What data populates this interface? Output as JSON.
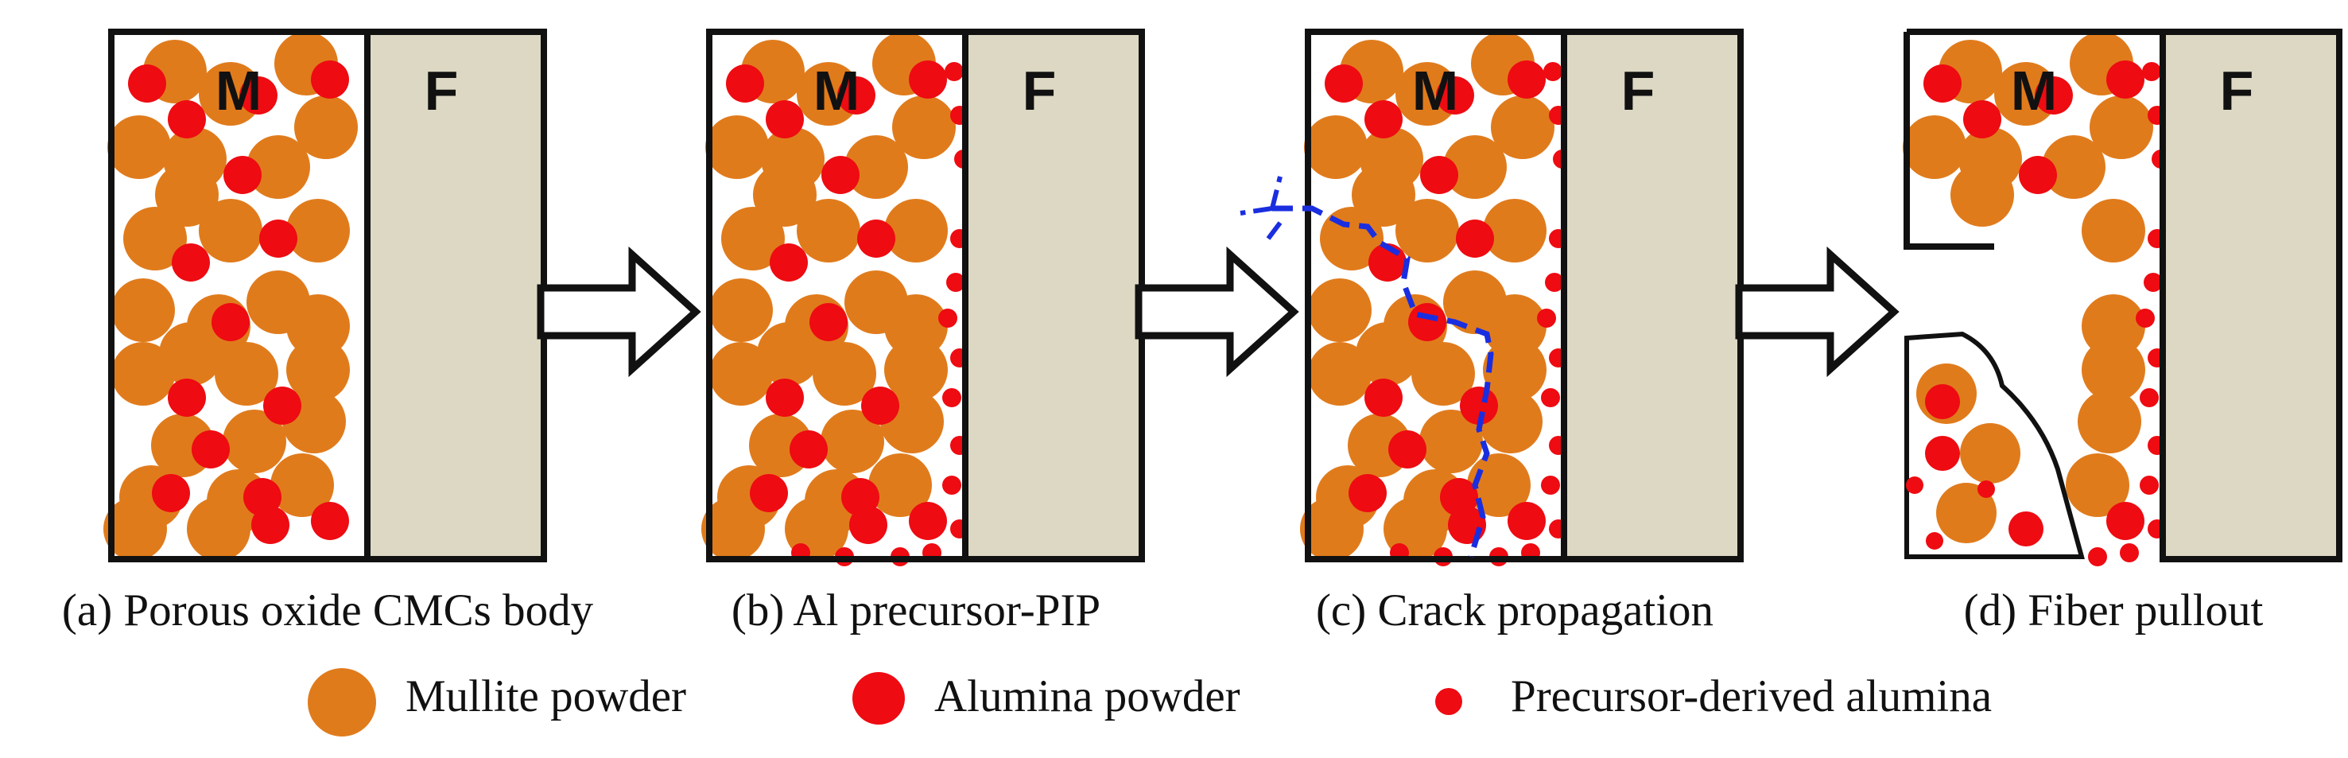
{
  "panels": [
    {
      "id": "a",
      "matrix_label": "M",
      "fiber_label": "F",
      "caption": "(a) Porous oxide CMCs body"
    },
    {
      "id": "b",
      "matrix_label": "M",
      "fiber_label": "F",
      "caption": "(b) Al precursor-PIP"
    },
    {
      "id": "c",
      "matrix_label": "M",
      "fiber_label": "F",
      "caption": "(c) Crack propagation"
    },
    {
      "id": "d",
      "matrix_label": "M",
      "fiber_label": "F",
      "caption": "(d) Fiber pullout"
    }
  ],
  "legend": [
    {
      "name": "mullite",
      "label": "Mullite powder"
    },
    {
      "name": "alumina",
      "label": "Alumina powder"
    },
    {
      "name": "precursor",
      "label": "Precursor-derived alumina"
    }
  ],
  "colors": {
    "mullite": "#e07b1c",
    "alumina": "#ee0b12",
    "fiber": "#dcd8c3",
    "crack": "#1a2ee0",
    "outline": "#111111"
  }
}
